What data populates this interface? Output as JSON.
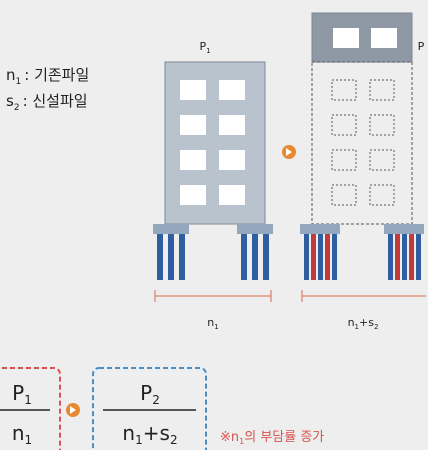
{
  "legend": {
    "n1": {
      "main": "n",
      "sub": "1",
      "desc": ": 기존파일"
    },
    "s2": {
      "main": "s",
      "sub": "2",
      "desc": ": 신설파일"
    }
  },
  "left_building": {
    "load": {
      "main": "P",
      "sub": "1"
    },
    "dimension": {
      "main": "n",
      "sub": "1"
    }
  },
  "right_building": {
    "load": {
      "main": "P"
    },
    "dimension": {
      "main1": "n",
      "sub1": "1",
      "plus": "+s",
      "sub2": "2"
    }
  },
  "formula": {
    "left": {
      "num_main": "P",
      "num_sub": "1",
      "den_main": "n",
      "den_sub": "1"
    },
    "right": {
      "num_main": "P",
      "num_sub": "2",
      "den_main": "n",
      "den_sub": "1",
      "den_plus": "+s",
      "den_sub2": "2"
    }
  },
  "note": {
    "prefix": "※n",
    "sub": "1",
    "suffix": "의 부담률 증가"
  },
  "colors": {
    "background": "#eeeeee",
    "building_fill": "#b9c3ce",
    "building_stroke": "#7d8894",
    "window_fill": "#ffffff",
    "roof_fill": "#8e99a5",
    "cap_fill": "#93a8bd",
    "pile_existing": "#2f5fa0",
    "pile_new": "#c23a3a",
    "arrow_icon": "#e8892f",
    "dim_line": "#d9694a",
    "box_left": "#d9534f",
    "box_right": "#4a8fc7",
    "note_text": "#d9534f"
  }
}
